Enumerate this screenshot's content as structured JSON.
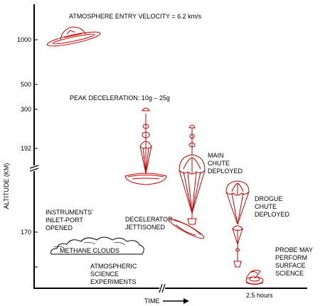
{
  "axes": {
    "y_label": "ALTITUDE (KM)",
    "x_label": "TIME",
    "x_end_label": "2.5 hours",
    "y_ticks": [
      "1000",
      "500",
      "300",
      "192",
      "170"
    ]
  },
  "annotations": {
    "entry_velocity": "ATMOSPHERE ENTRY VELOCITY = 6.2 km/s",
    "peak_deceleration": "PEAK DECELERATION: 10g – 25g",
    "main_chute": [
      "MAIN",
      "CHUTE",
      "DEPLOYED"
    ],
    "drogue_chute": [
      "DROGUE",
      "CHUTE",
      "DEPLOYED"
    ],
    "instruments": [
      "INSTRUMENTS'",
      "INLET-PORT",
      "OPENED"
    ],
    "decelerator": [
      "DECELERATOR",
      "JETTISONED"
    ],
    "methane_clouds": "METHANE CLOUDS",
    "atmospheric_science": [
      "ATMOSPHERIC",
      "SCIENCE",
      "EXPERIMENTS"
    ],
    "probe_science": [
      "PROBE MAY",
      "PERFORM",
      "SURFACE",
      "SCIENCE"
    ]
  },
  "colors": {
    "ink": "#cc0000",
    "axis": "#000000"
  }
}
